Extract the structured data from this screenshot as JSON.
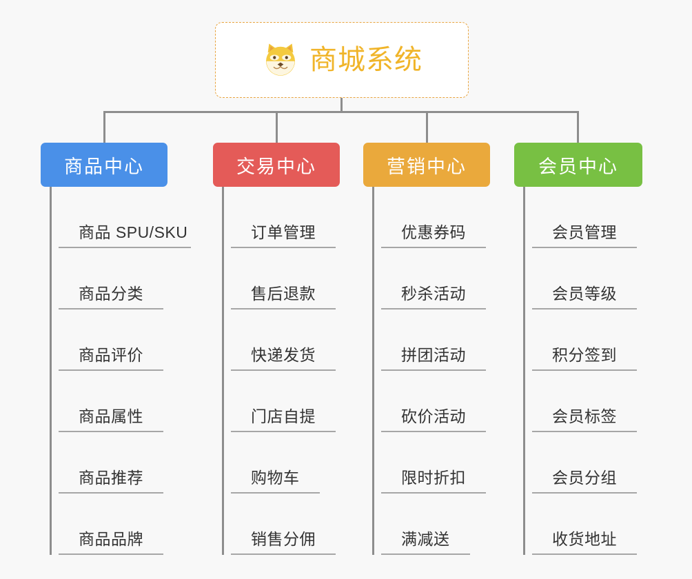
{
  "page": {
    "background_color": "#f8f8f8",
    "line_color": "#8d8d8d",
    "underline_color": "#a6a6a6",
    "leaf_text_color": "#333333"
  },
  "root": {
    "title": "商城系统",
    "icon": "shiba-inu-dog-face-emoji",
    "text_color": "#f0b429",
    "border_color": "#e8a33d",
    "background": "#ffffff"
  },
  "branches": [
    {
      "id": "product-center",
      "label": "商品中心",
      "color": "#4a90e8",
      "items": [
        "商品 SPU/SKU",
        "商品分类",
        "商品评价",
        "商品属性",
        "商品推荐",
        "商品品牌"
      ]
    },
    {
      "id": "trade-center",
      "label": "交易中心",
      "color": "#e45b58",
      "items": [
        "订单管理",
        "售后退款",
        "快递发货",
        "门店自提",
        "购物车",
        "销售分佣"
      ]
    },
    {
      "id": "marketing-center",
      "label": "营销中心",
      "color": "#eaa93c",
      "items": [
        "优惠券码",
        "秒杀活动",
        "拼团活动",
        "砍价活动",
        "限时折扣",
        "满减送"
      ]
    },
    {
      "id": "member-center",
      "label": "会员中心",
      "color": "#78c043",
      "items": [
        "会员管理",
        "会员等级",
        "积分签到",
        "会员标签",
        "会员分组",
        "收货地址"
      ]
    }
  ]
}
